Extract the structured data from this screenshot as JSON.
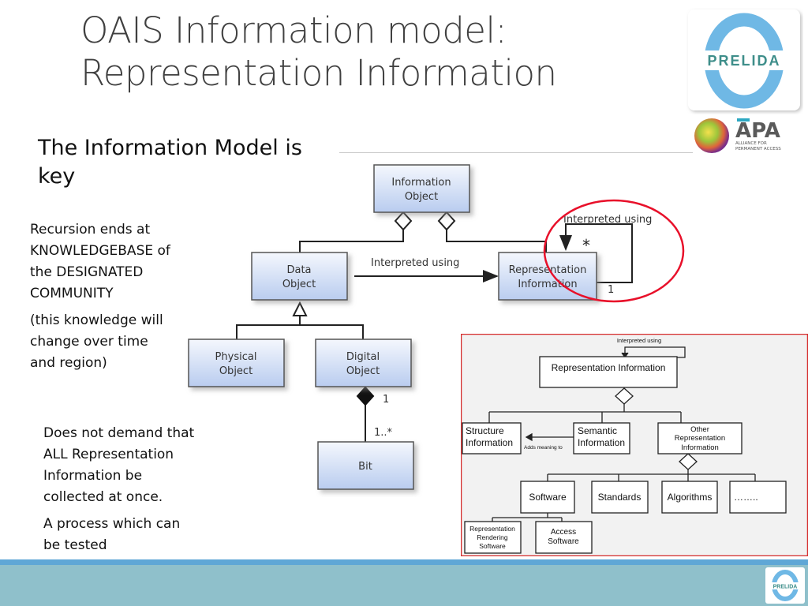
{
  "slide": {
    "title_line1": "OAIS Information model:",
    "title_line2": "Representation Information",
    "subtitle_line1": "The Information Model is",
    "subtitle_line2": "key"
  },
  "notes": {
    "recursion": [
      "Recursion ends at",
      "KNOWLEDGEBASE of",
      "the DESIGNATED",
      "COMMUNITY"
    ],
    "knowledge_change": [
      "(this knowledge will",
      "change over time",
      "and region)"
    ],
    "demand": [
      "Does not demand that",
      "ALL Representation",
      "Information be",
      "collected at once."
    ],
    "process": [
      "A process which can",
      "be tested"
    ]
  },
  "logos": {
    "prelida": "PRELIDA",
    "apa": "APA",
    "apa_tag1": "ALLIANCE FOR",
    "apa_tag2": "PERMANENT ACCESS",
    "footer": "PRELIDA"
  },
  "main_diagram": {
    "boxes": {
      "information_object": [
        "Information",
        "Object"
      ],
      "data_object": [
        "Data",
        "Object"
      ],
      "representation_information": [
        "Representation",
        "Information"
      ],
      "physical_object": [
        "Physical",
        "Object"
      ],
      "digital_object": [
        "Digital",
        "Object"
      ],
      "bit": [
        "Bit"
      ]
    },
    "labels": {
      "interpreted_using_horizontal": "Interpreted using",
      "interpreted_using_loop": "Interpreted using",
      "loop_star": "*",
      "loop_one": "1",
      "digital_one": "1",
      "bit_mult": "1..*"
    }
  },
  "inset_diagram": {
    "top_label": "Interpreted using",
    "representation_information": "Representation Information",
    "structure": [
      "Structure",
      "Information"
    ],
    "adds_meaning": "Adds meaning to",
    "semantic": [
      "Semantic",
      "Information"
    ],
    "other": [
      "Other",
      "Representation",
      "Information"
    ],
    "software": "Software",
    "standards": "Standards",
    "algorithms": "Algorithms",
    "ellipsis": "……..",
    "rendering": [
      "Representation",
      "Rendering",
      "Software"
    ],
    "access": [
      "Access",
      "Software"
    ]
  },
  "colors": {
    "title": "#404040",
    "box_fill_top": "#f4f7fd",
    "box_fill_bottom": "#b9ccef",
    "highlight_circle": "#e8102a",
    "footer": "#8fc0cb",
    "footer_stripe": "#5fa7d6",
    "inset_border": "#d52b2b"
  }
}
